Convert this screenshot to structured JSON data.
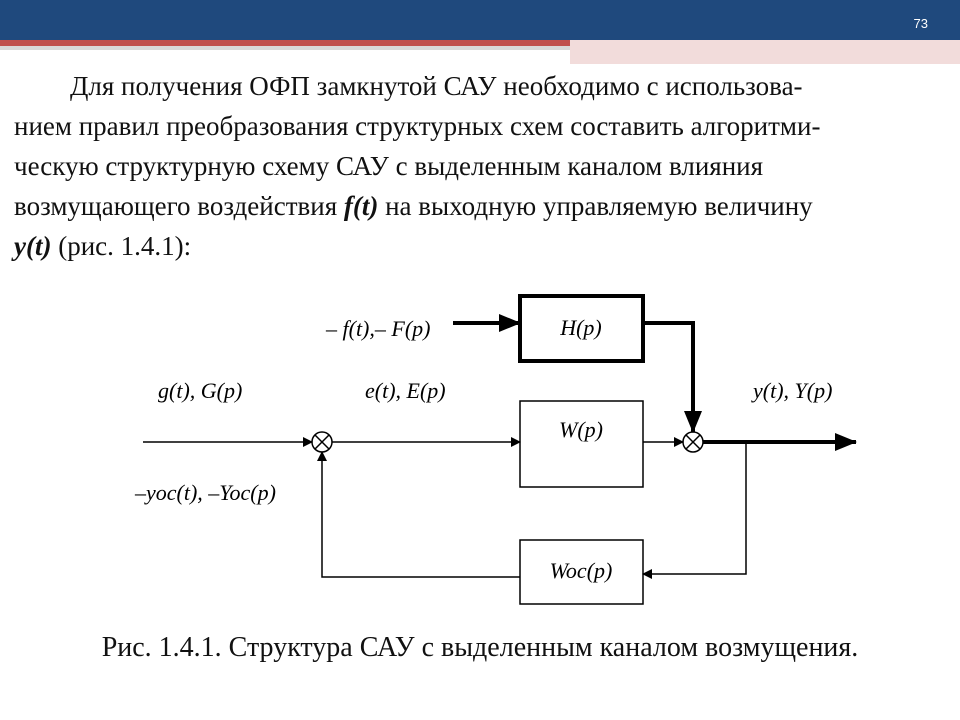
{
  "slide": {
    "page_number": "73"
  },
  "text": {
    "l1": "Для получения ОФП замкнутой САУ необходимо с использова-",
    "l2": "нием правил преобразования структурных схем составить алгоритми-",
    "l3": "ческую структурную схему САУ с выделенным каналом влияния",
    "l4a": "возмущающего воздействия ",
    "l4b": "f(t)",
    "l4c": " на выходную управляемую величину",
    "l5a": "y(t)",
    "l5b": " (рис. 1.4.1):"
  },
  "diagram": {
    "disturbance_input": "– f(t),– F(p)",
    "input_signal": "g(t), G(p)",
    "error_signal": "e(t), E(p)",
    "output_signal": "y(t), Y(p)",
    "feedback_signal": "–yoc(t), –Yoc(p)",
    "block_h": "H(p)",
    "block_w": "W(p)",
    "block_woc": "Woc(p)"
  },
  "caption": "Рис. 1.4.1. Структура САУ с выделенным каналом возмущения."
}
